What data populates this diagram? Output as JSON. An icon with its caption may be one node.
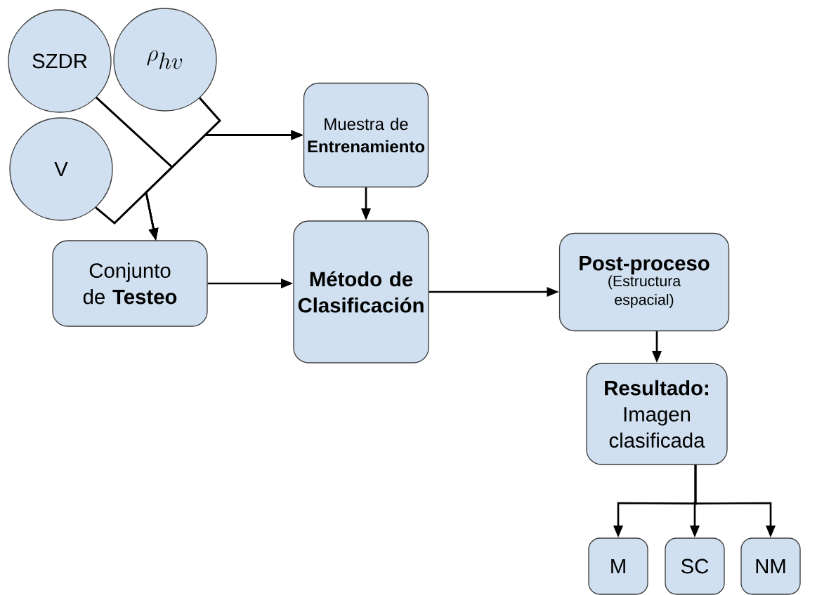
{
  "diagram": {
    "nodes": [
      {
        "text": [
          "SZDR"
        ]
      },
      {
        "text": [
          "\\rho_{hv}"
        ]
      },
      {
        "text": [
          "V"
        ]
      },
      {
        "text": [
          "Muestra de **Entrenamiento**"
        ]
      },
      {
        "text": [
          "Conjunto de **Testeo**"
        ]
      },
      {
        "text": [
          "Método de Clasificación"
        ]
      },
      {
        "text": [
          "Post-proceso",
          "(Estructura espacial)"
        ]
      },
      {
        "text": [
          "Resultado:",
          "Imagen clasificada"
        ]
      },
      {
        "text": [
          "M"
        ]
      },
      {
        "text": [
          "SC"
        ]
      },
      {
        "text": [
          "NM"
        ]
      }
    ],
    "edges": [
      {
        "from": 0,
        "to": 3,
        "arrow": "to"
      },
      {
        "from": 1,
        "to": 3,
        "arrow": "to"
      },
      {
        "from": 2,
        "to": 3,
        "arrow": "to"
      },
      {
        "from": 0,
        "to": 4,
        "arrow": "to"
      },
      {
        "from": 1,
        "to": 4,
        "arrow": "to"
      },
      {
        "from": 2,
        "to": 4,
        "arrow": "to"
      },
      {
        "from": 3,
        "to": 5,
        "arrow": "to"
      },
      {
        "from": 4,
        "to": 5,
        "arrow": "to"
      },
      {
        "from": 5,
        "to": 6,
        "arrow": "to"
      },
      {
        "from": 6,
        "to": 7,
        "arrow": "to"
      },
      {
        "from": 7,
        "to": 8,
        "arrow": "to"
      },
      {
        "from": 7,
        "to": 9,
        "arrow": "to"
      },
      {
        "from": 7,
        "to": 10,
        "arrow": "to"
      }
    ]
  }
}
